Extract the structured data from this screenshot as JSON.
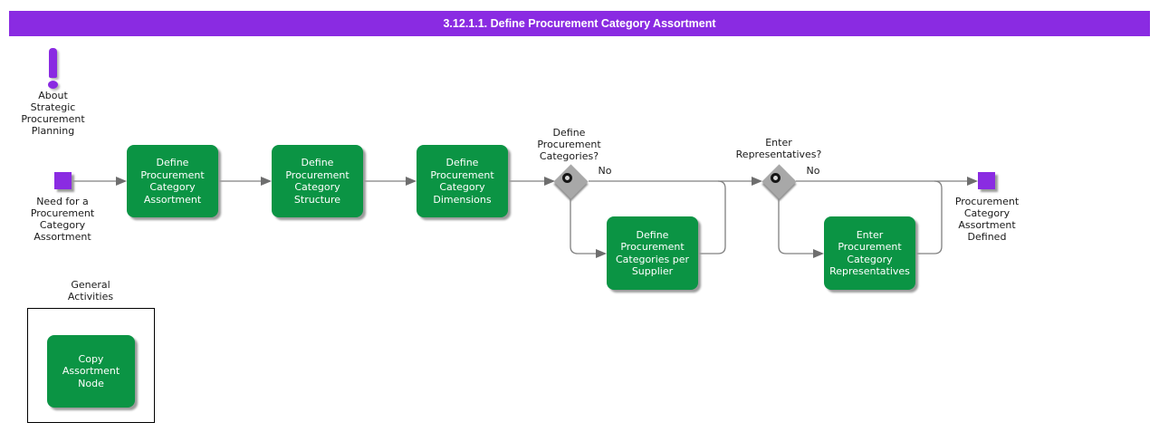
{
  "header": {
    "title": "3.12.1.1. Define Procurement Category Assortment",
    "bg_color": "#8A2BE2"
  },
  "colors": {
    "task_green": "#0B9444",
    "event_purple": "#8A2BE2",
    "connector_gray": "#808080",
    "gateway_gray": "#A8A8A8"
  },
  "about_note": {
    "icon": "exclamation-icon",
    "label": "About\nStrategic\nProcurement\nPlanning"
  },
  "start_event": {
    "label": "Need for a\nProcurement\nCategory\nAssortment"
  },
  "end_event": {
    "label": "Procurement\nCategory\nAssortment\nDefined"
  },
  "tasks": {
    "define_assortment": "Define\nProcurement\nCategory\nAssortment",
    "define_structure": "Define\nProcurement\nCategory\nStructure",
    "define_dimensions": "Define\nProcurement\nCategory\nDimensions",
    "define_per_supplier": "Define\nProcurement\nCategories per\nSupplier",
    "enter_representatives": "Enter\nProcurement\nCategory\nRepresentatives",
    "copy_assortment_node": "Copy\nAssortment\nNode"
  },
  "gateways": {
    "g1": {
      "question": "Define\nProcurement\nCategories?",
      "no_label": "No"
    },
    "g2": {
      "question": "Enter\nRepresentatives?",
      "no_label": "No"
    }
  },
  "general_activities": {
    "label": "General\nActivities"
  }
}
